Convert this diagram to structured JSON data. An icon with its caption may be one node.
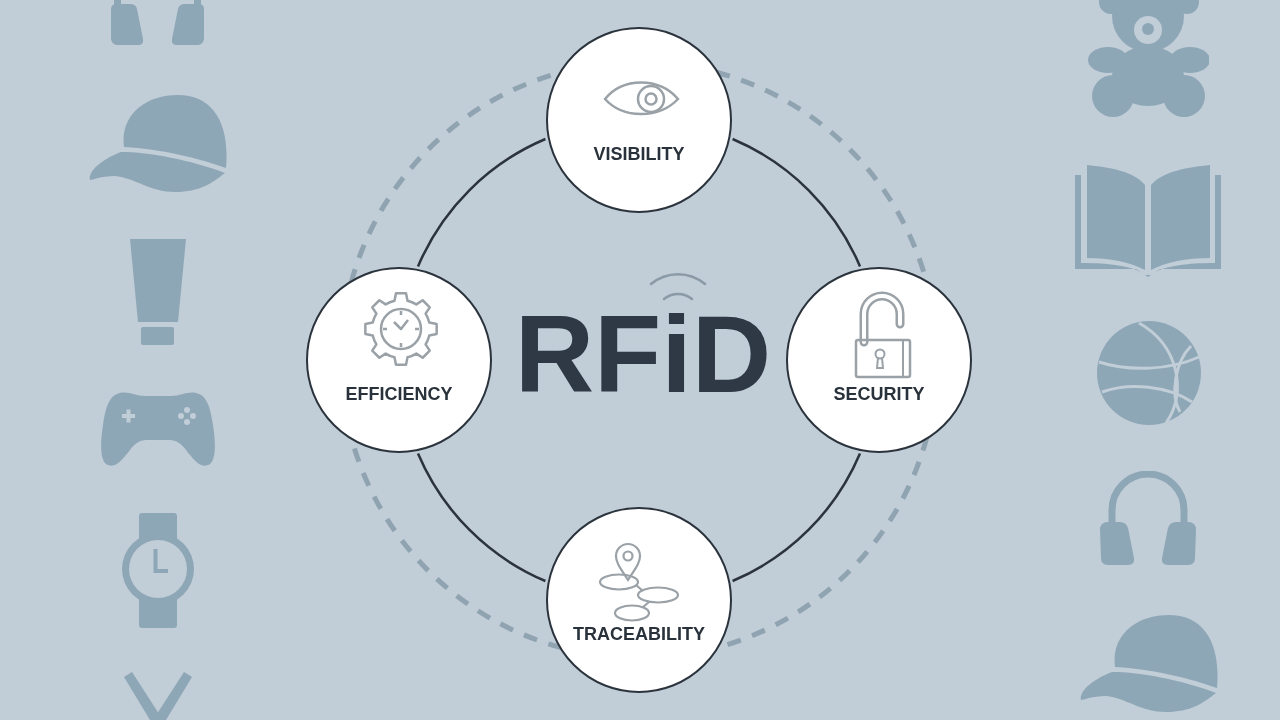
{
  "diagram": {
    "title": "RFiD",
    "nodes": [
      {
        "text": [
          "VISIBILITY"
        ]
      },
      {
        "text": [
          "EFFICIENCY"
        ]
      },
      {
        "text": [
          "SECURITY"
        ]
      },
      {
        "text": [
          "TRACEABILITY"
        ]
      }
    ],
    "edges": [
      {
        "from": 0,
        "to": 2,
        "arrow": "none"
      },
      {
        "from": 2,
        "to": 3,
        "arrow": "none"
      },
      {
        "from": 3,
        "to": 1,
        "arrow": "none"
      },
      {
        "from": 1,
        "to": 0,
        "arrow": "none"
      }
    ]
  }
}
